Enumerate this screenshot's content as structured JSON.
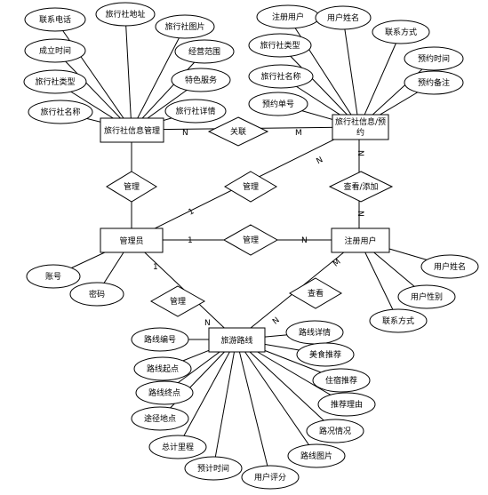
{
  "entities": {
    "agency_info": "旅行社信息管理",
    "agency_booking_1": "旅行社信息/预",
    "agency_booking_2": "约",
    "admin": "管理员",
    "registered_user": "注册用户",
    "tour_route": "旅游路线"
  },
  "relationships": {
    "link": "关联",
    "manage_agency": "管理",
    "manage_booking": "管理",
    "manage_user": "管理",
    "manage_route": "管理",
    "view_add": "查看/添加",
    "view": "查看"
  },
  "cardinalities": {
    "info_link": "N",
    "link_booking": "M",
    "admin_booking_1": "1",
    "admin_booking_n": "N",
    "booking_view_n": "N",
    "view_user_n": "N",
    "admin_user_1": "1",
    "admin_user_n": "N",
    "admin_route_1": "1",
    "route_manage_n": "N",
    "route_view_n": "N",
    "user_view_m": "M"
  },
  "attributes": {
    "agency_info": [
      "联系电话",
      "旅行社地址",
      "旅行社图片",
      "成立时间",
      "经营范围",
      "旅行社类型",
      "特色服务",
      "旅行社名称",
      "旅行社详情"
    ],
    "booking": [
      "注册用户",
      "用户姓名",
      "旅行社类型",
      "联系方式",
      "旅行社名称",
      "预约时间",
      "预约备注",
      "预约单号"
    ],
    "admin": [
      "账号",
      "密码"
    ],
    "registered_user": [
      "用户姓名",
      "用户性别",
      "联系方式"
    ],
    "tour_route": [
      "路线编号",
      "路线详情",
      "路线起点",
      "美食推荐",
      "路线终点",
      "住宿推荐",
      "途径地点",
      "推荐理由",
      "总计里程",
      "路况情况",
      "预计时间",
      "路线图片",
      "用户评分"
    ]
  }
}
